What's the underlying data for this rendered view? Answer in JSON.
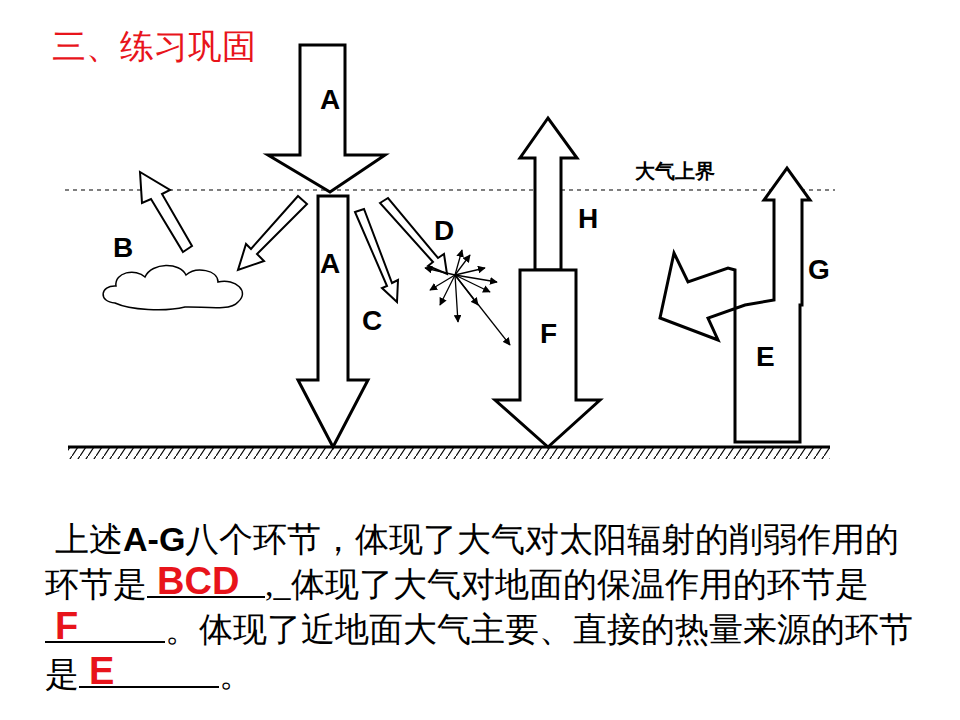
{
  "diagram": {
    "title": "三、练习巩固",
    "labels": [
      "A",
      "A",
      "B",
      "C",
      "D",
      "H",
      "大气上界",
      "F",
      "G",
      "E",
      "上述",
      "A-G",
      "八个环节，体现了大气对太阳辐射的削弱作用的环节是",
      "BCD",
      ",_体现了大气对地面的保温作用的环节是",
      "F",
      "。体现了近地面大气主要、直接的热量来源的环节是",
      "E",
      "。"
    ]
  }
}
